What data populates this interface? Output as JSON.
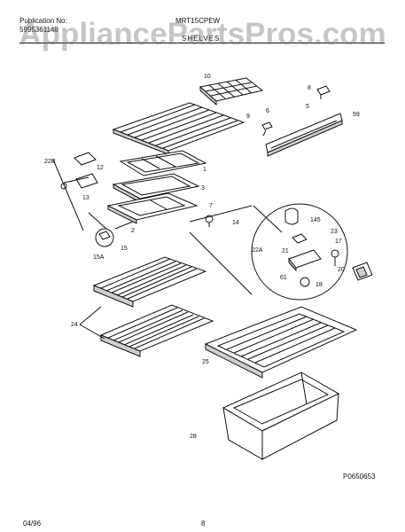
{
  "header": {
    "publication_label": "Publication No:",
    "publication_no": "5995361148",
    "model": "MRT15CPEW",
    "section": "SHELVES"
  },
  "watermark": "AppliancePartsPros.com",
  "callouts": [
    {
      "id": "c10",
      "text": "10"
    },
    {
      "id": "c8",
      "text": "8"
    },
    {
      "id": "c9",
      "text": "9"
    },
    {
      "id": "c6",
      "text": "6"
    },
    {
      "id": "c5",
      "text": "5"
    },
    {
      "id": "c59",
      "text": "59"
    },
    {
      "id": "c22b",
      "text": "22B"
    },
    {
      "id": "c12",
      "text": "12"
    },
    {
      "id": "c13",
      "text": "13"
    },
    {
      "id": "c1",
      "text": "1"
    },
    {
      "id": "c3",
      "text": "3"
    },
    {
      "id": "c7",
      "text": "7"
    },
    {
      "id": "c2",
      "text": "2"
    },
    {
      "id": "c14",
      "text": "14"
    },
    {
      "id": "c145",
      "text": "145"
    },
    {
      "id": "c22a",
      "text": "22A"
    },
    {
      "id": "c23",
      "text": "23"
    },
    {
      "id": "c17",
      "text": "17"
    },
    {
      "id": "c21",
      "text": "21"
    },
    {
      "id": "c20",
      "text": "20"
    },
    {
      "id": "c61",
      "text": "61"
    },
    {
      "id": "c18",
      "text": "18"
    },
    {
      "id": "c15",
      "text": "15"
    },
    {
      "id": "c15a",
      "text": "15A"
    },
    {
      "id": "c24",
      "text": "24"
    },
    {
      "id": "c25",
      "text": "25"
    },
    {
      "id": "c28",
      "text": "28"
    }
  ],
  "figure_id": "P0650653",
  "footer": {
    "date": "04/96",
    "page": "8"
  }
}
